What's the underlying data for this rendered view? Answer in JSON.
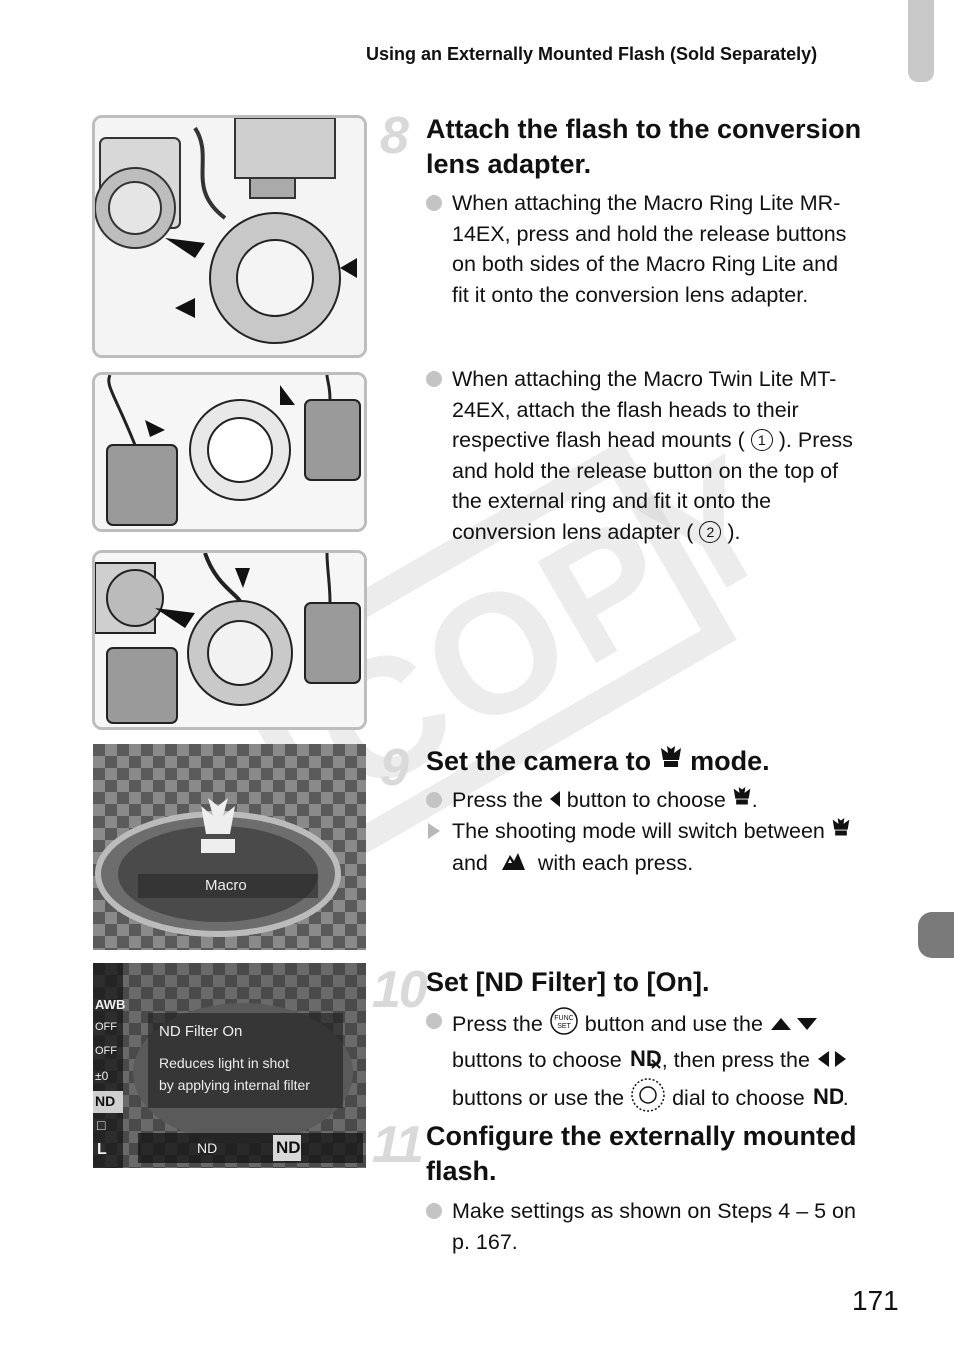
{
  "header": {
    "title": "Using an Externally Mounted Flash (Sold Separately)"
  },
  "watermark": "COPY",
  "page_number": "171",
  "steps": [
    {
      "number": "8",
      "heading": "Attach the flash to the conversion lens adapter.",
      "heading_line1": "Attach the flash to the conversion",
      "heading_line2": "lens adapter.",
      "bullets": [
        {
          "type": "dot",
          "lines": [
            "When attaching the Macro Ring Lite MR-",
            "14EX, press and hold the release buttons",
            "on both sides of the Macro Ring Lite and",
            "fit it onto the conversion lens adapter."
          ]
        },
        {
          "type": "dot",
          "lines": [
            "When attaching the Macro Twin Lite MT-",
            "24EX, attach the flash heads to their",
            "respective flash head mounts (",
            "). Press",
            "and hold the release button on the top of",
            "the external ring and fit it onto the",
            "conversion lens adapter (",
            ")."
          ]
        }
      ],
      "circled_1": "1",
      "circled_2": "2"
    },
    {
      "number": "9",
      "heading_pre": "Set the camera to",
      "heading_post": "mode.",
      "b1_pre": "Press the",
      "b1_mid": "button to choose",
      "b1_post": ".",
      "b2_line1": "The shooting mode will switch between",
      "b2_and": "and",
      "b2_post": "with each press.",
      "screen_label": "Macro"
    },
    {
      "number": "10",
      "heading": "Set [ND Filter] to [On].",
      "b1_pre": "Press the",
      "b1_mid": "button and use the",
      "b1_l2_pre": "buttons to choose",
      "b1_l2_post": ", then press the",
      "b1_l3_pre": "buttons or use the",
      "b1_l3_mid": "dial to choose",
      "b1_l3_post": ".",
      "func_label_top": "FUNC",
      "func_label_bot": "SET",
      "screen": {
        "menu_items": [
          "AWB",
          "OFF",
          "OFF",
          "±0",
          "ND",
          "□",
          "L"
        ],
        "title": "ND Filter On",
        "desc_line1": "Reduces light in shot",
        "desc_line2": "by applying internal filter",
        "opt_off": "ND",
        "opt_on": "ND"
      }
    },
    {
      "number": "11",
      "heading_line1": "Configure the externally mounted",
      "heading_line2": "flash.",
      "bullet_line1": "Make settings as shown on Steps 4 – 5 on",
      "bullet_line2": "p. 167."
    }
  ]
}
